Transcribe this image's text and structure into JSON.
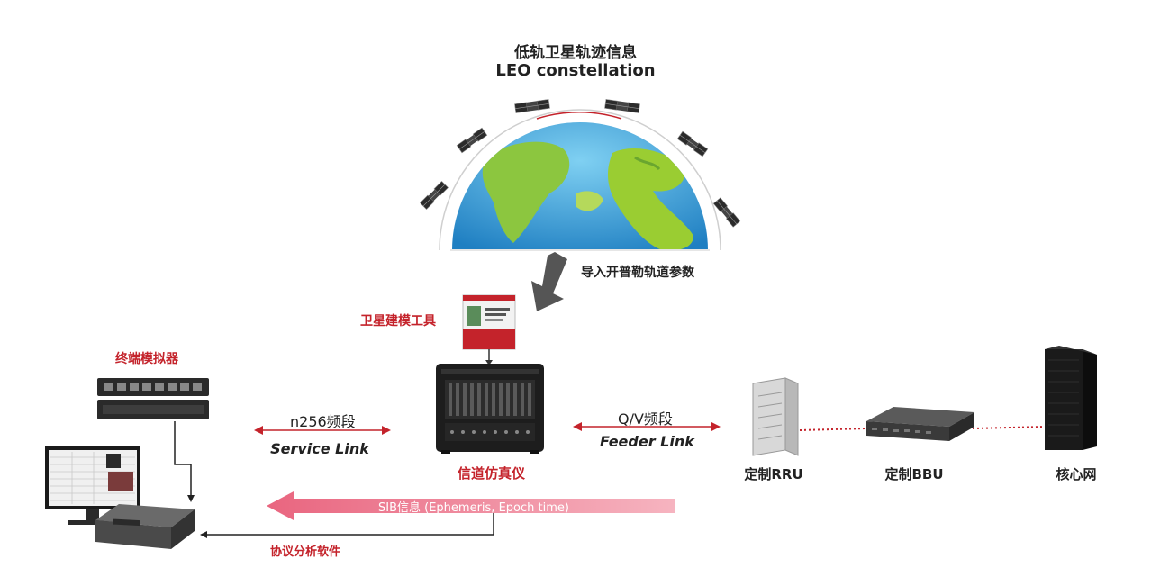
{
  "top": {
    "title_cn": "低轨卫星轨迹信息",
    "title_en": "LEO constellation"
  },
  "import_label": "导入开普勒轨道参数",
  "satellite_tool_label": "卫星建模工具",
  "terminal_label": "终端模拟器",
  "channel_sim_label": "信道仿真仪",
  "service_link": {
    "band": "n256频段",
    "name": "Service Link"
  },
  "feeder_link": {
    "band": "Q/V频段",
    "name": "Feeder Link"
  },
  "nodes": {
    "rru": "定制RRU",
    "bbu": "定制BBU",
    "core": "核心网"
  },
  "sib_label": "SIB信息 (Ephemeris, Epoch time)",
  "protocol_label": "协议分析软件",
  "colors": {
    "accent_red": "#c4232b",
    "sib_arrow": "#ee8a9c",
    "earth_ocean": "#2a93d5",
    "earth_land": "#8cc63f"
  }
}
